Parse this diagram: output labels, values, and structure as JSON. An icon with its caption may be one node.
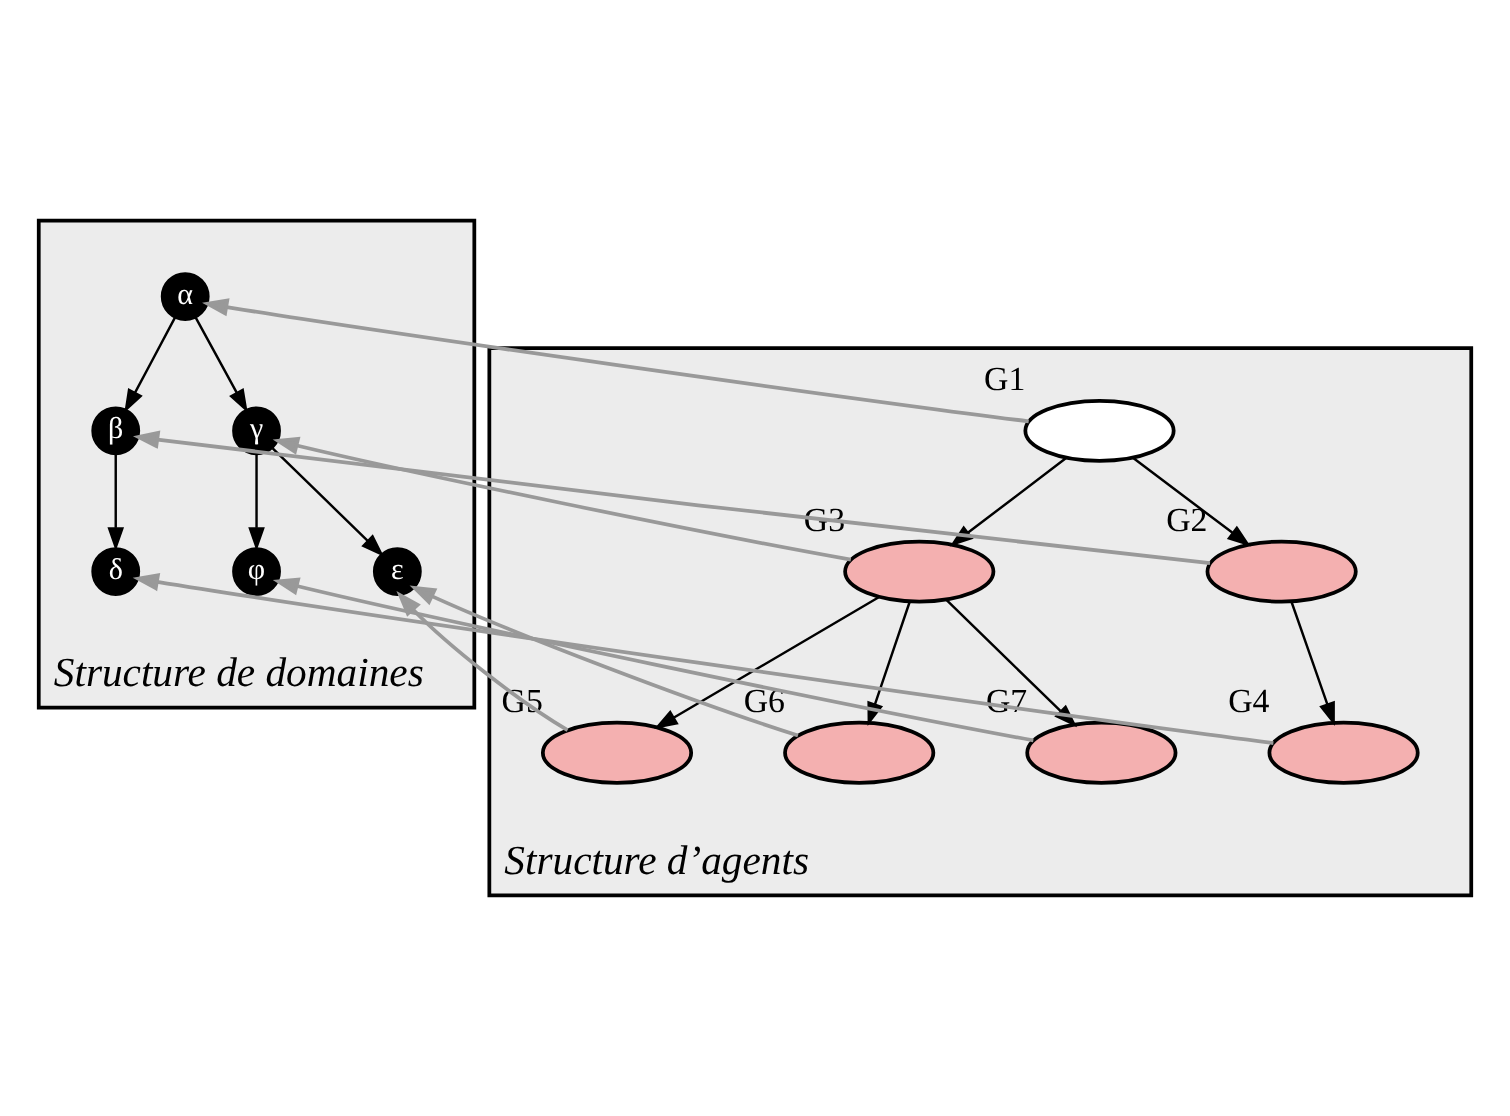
{
  "diagram": {
    "nodes": [
      {
        "text": [
          "Structure de domaines"
        ]
      },
      {
        "text": [
          "α"
        ],
        "in": 0
      },
      {
        "text": [
          "β"
        ],
        "in": 0
      },
      {
        "text": [
          "γ"
        ],
        "in": 0
      },
      {
        "text": [
          "δ"
        ],
        "in": 0
      },
      {
        "text": [
          "ε"
        ],
        "in": 0
      },
      {
        "text": [
          "φ"
        ],
        "in": 0
      },
      {
        "text": [
          "Structure d’agents"
        ]
      },
      {
        "text": [],
        "shape": "ellipse",
        "beside": [
          "G1"
        ],
        "in": 7
      },
      {
        "text": [],
        "shape": "ellipse",
        "beside": [
          "G2"
        ],
        "in": 7
      },
      {
        "text": [],
        "shape": "ellipse",
        "beside": [
          "G3"
        ],
        "in": 7
      },
      {
        "text": [],
        "shape": "ellipse",
        "beside": [
          "G4"
        ],
        "in": 7
      },
      {
        "text": [],
        "shape": "ellipse",
        "beside": [
          "G5"
        ],
        "in": 7
      },
      {
        "text": [],
        "shape": "ellipse",
        "beside": [
          "G6"
        ],
        "in": 7
      },
      {
        "text": [],
        "shape": "ellipse",
        "beside": [
          "G7"
        ],
        "in": 7
      }
    ],
    "edges": [
      {
        "from": 1,
        "to": 2,
        "arrow": "to"
      },
      {
        "from": 1,
        "to": 3,
        "arrow": "to"
      },
      {
        "from": 2,
        "to": 4,
        "arrow": "to"
      },
      {
        "from": 3,
        "to": 5,
        "arrow": "to"
      },
      {
        "from": 3,
        "to": 6,
        "arrow": "to"
      },
      {
        "from": 8,
        "to": 9,
        "arrow": "to"
      },
      {
        "from": 8,
        "to": 10,
        "arrow": "to"
      },
      {
        "from": 9,
        "to": 11,
        "arrow": "to"
      },
      {
        "from": 10,
        "to": 12,
        "arrow": "to"
      },
      {
        "from": 10,
        "to": 13,
        "arrow": "to"
      },
      {
        "from": 10,
        "to": 14,
        "arrow": "to"
      },
      {
        "from": 11,
        "to": 4,
        "arrow": "to",
        "color": "#999999"
      },
      {
        "from": 9,
        "to": 2,
        "arrow": "to",
        "color": "#999999"
      },
      {
        "from": 8,
        "to": 1,
        "arrow": "to",
        "color": "#999999"
      },
      {
        "from": 10,
        "to": 3,
        "arrow": "to",
        "color": "#999999"
      },
      {
        "from": 14,
        "to": 6,
        "arrow": "to",
        "color": "#999999"
      },
      {
        "from": 12,
        "to": 5,
        "arrow": "to",
        "color": "#999999"
      },
      {
        "from": 13,
        "to": 5,
        "arrow": "to",
        "color": "#999999"
      }
    ]
  }
}
